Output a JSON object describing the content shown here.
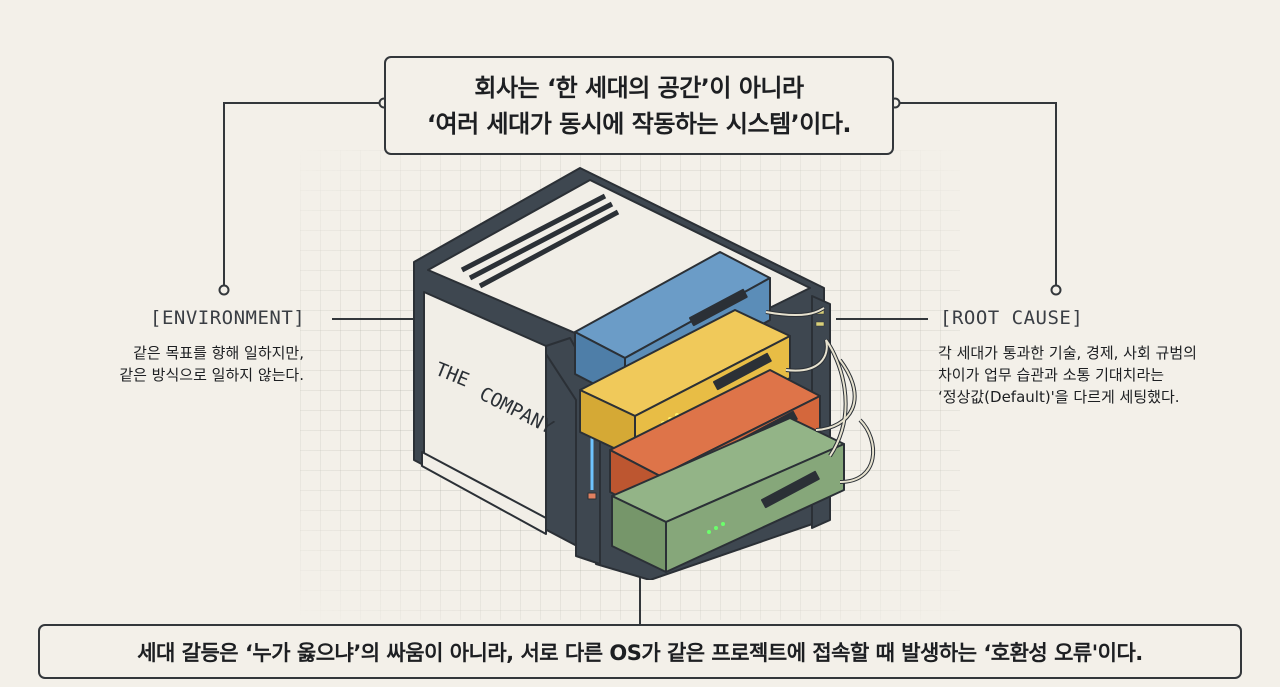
{
  "headline": {
    "line1": "회사는 ‘한 세대의 공간’이 아니라",
    "line2": "‘여러 세대가 동시에 작동하는 시스템’이다."
  },
  "left_callout": {
    "tag": "[ENVIRONMENT]",
    "lines": [
      "같은 목표를 향해 일하지만,",
      "같은 방식으로 일하지 않는다."
    ]
  },
  "right_callout": {
    "tag": "[ROOT CAUSE]",
    "lines": [
      "각 세대가 통과한 기술, 경제, 사회 규범의",
      "차이가 업무 습관과 소통 기대치라는",
      "‘정상값(Default)'을 다르게 세팅했다."
    ]
  },
  "illustration": {
    "case_label_line1": "THE",
    "case_label_line2": "COMPANY",
    "servers": [
      {
        "name": "blue",
        "color": "#5b8db8"
      },
      {
        "name": "yellow",
        "color": "#e8bd45"
      },
      {
        "name": "orange",
        "color": "#d4673c"
      },
      {
        "name": "green",
        "color": "#86a77a"
      }
    ]
  },
  "conclusion": "세대 갈등은 ‘누가 옳으냐’의 싸움이 아니라, 서로 다른 OS가 같은 프로젝트에 접속할 때 발생하는 ‘호환성 오류'이다.",
  "colors": {
    "background": "#f3f0e9",
    "ink": "#33373b",
    "case_frame": "#3e4750",
    "case_panel": "#f1eee7"
  }
}
